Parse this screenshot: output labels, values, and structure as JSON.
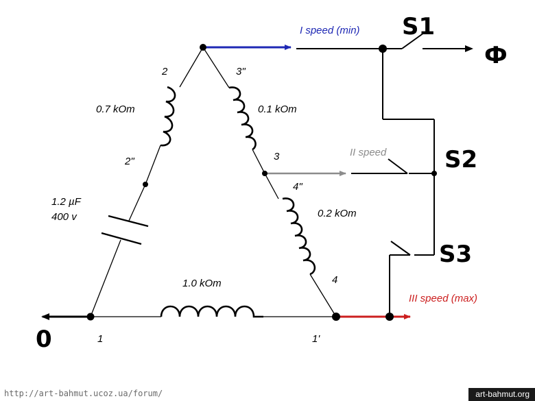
{
  "colors": {
    "wire": "#000000",
    "speed1": "#1e28b4",
    "speed2": "#8c8c8c",
    "speed3": "#cc1f1f",
    "background": "#ffffff"
  },
  "nodes": {
    "top_left": "2",
    "top_right": "3\"",
    "left_mid": "2\"",
    "right_mid": "3",
    "right_lower": "4\"",
    "right_bottom": "4",
    "bottom_left": "1",
    "bottom_right": "1'"
  },
  "components": {
    "winding_left": "0.7 kOm",
    "winding_right_upper": "0.1 kOm",
    "winding_right_lower": "0.2 kOm",
    "winding_bottom": "1.0 kOm",
    "capacitor_value": "1.2 µF",
    "capacitor_voltage": "400 v"
  },
  "outputs": {
    "speed1": "I speed (min)",
    "speed2": "II speed",
    "speed3": "III speed (max)"
  },
  "switches": {
    "s1": "S1",
    "s2": "S2",
    "s3": "S3"
  },
  "terminals": {
    "phase": "Ф",
    "neutral": "0"
  },
  "footer": {
    "source_url": "http://art-bahmut.ucoz.ua/forum/",
    "site": "art-bahmut.org"
  }
}
